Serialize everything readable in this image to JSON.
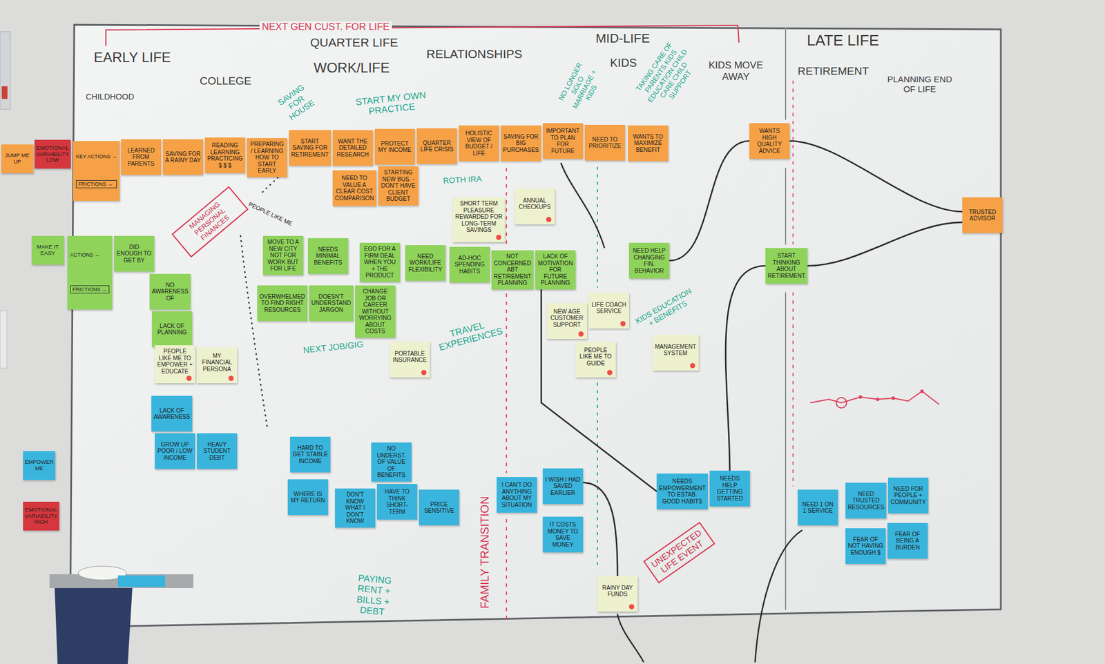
{
  "diagram": {
    "nodes": [
      {
        "text": [
          "JUMP ME UP"
        ]
      },
      {
        "text": [
          "EMOTIONAL VARIABILITY LOW"
        ]
      },
      {
        "text": [
          "KEY ACTIONS →",
          "FRICTIONS →"
        ]
      },
      {
        "text": [
          "LEARNED FROM PARENTS"
        ]
      },
      {
        "text": [
          "SAVING FOR A RAINY DAY"
        ]
      },
      {
        "text": [
          "READING LEARNING PRACTICING $ $ $"
        ]
      },
      {
        "text": [
          "PREPARING / LEARNING HOW TO START EARLY"
        ]
      },
      {
        "text": [
          "START SAVING FOR RETIREMENT"
        ]
      },
      {
        "text": [
          "WANT THE DETAILED RESEARCH"
        ]
      },
      {
        "text": [
          "PROTECT MY INCOME"
        ]
      },
      {
        "text": [
          "QUARTER LIFE CRISIS"
        ]
      },
      {
        "text": [
          "HOLISTIC VIEW OF BUDGET / LIFE"
        ]
      },
      {
        "text": [
          "SAVING FOR BIG PURCHASES"
        ]
      },
      {
        "text": [
          "IMPORTANT TO PLAN FOR FUTURE"
        ]
      },
      {
        "text": [
          "NEED TO PRIORITIZE"
        ]
      },
      {
        "text": [
          "WANTS TO MAXIMIZE BENEFIT"
        ]
      },
      {
        "text": [
          "NEED TO VALUE A CLEAR COST COMPARISON"
        ]
      },
      {
        "text": [
          "STARTING NEW BUS. - DON'T HAVE CLIENT BUDGET"
        ]
      },
      {
        "text": [
          "WANTS HIGH QUALITY ADVICE"
        ]
      },
      {
        "text": [
          "ANNUAL CHECKUPS"
        ]
      },
      {
        "text": [
          "SHORT TERM PLEASURE REWARDED FOR LONG-TERM SAVINGS"
        ]
      },
      {
        "text": [
          "TRUSTED ADVISOR"
        ]
      },
      {
        "text": [
          "MAKE IT EASY"
        ]
      },
      {
        "text": [
          "ACTIONS →",
          "FRICTIONS →"
        ]
      },
      {
        "text": [
          "DID ENOUGH TO GET BY"
        ]
      },
      {
        "text": [
          "NO AWARENESS OF"
        ]
      },
      {
        "text": [
          "LACK OF PLANNING"
        ]
      },
      {
        "text": [
          "MOVE TO A NEW CITY NOT FOR WORK BUT FOR LIFE"
        ]
      },
      {
        "text": [
          "NEEDS MINIMAL BENEFITS"
        ]
      },
      {
        "text": [
          "EGO FOR A FIRM DEAL WHEN YOU + THE PRODUCT"
        ]
      },
      {
        "text": [
          "NEED WORK/LIFE FLEXIBILITY"
        ]
      },
      {
        "text": [
          "AD-HOC SPENDING HABITS"
        ]
      },
      {
        "text": [
          "NOT CONCERNED ABT RETIREMENT PLANNING"
        ]
      },
      {
        "text": [
          "LACK OF MOTIVATION FOR FUTURE PLANNING"
        ]
      },
      {
        "text": [
          "OVERWHELMED TO FIND RIGHT RESOURCES"
        ]
      },
      {
        "text": [
          "DOESN'T UNDERSTAND JARGON"
        ]
      },
      {
        "text": [
          "CHANGE JOB OR CAREER WITHOUT WORRYING ABOUT COSTS"
        ]
      },
      {
        "text": [
          "NEED HELP CHANGING FIN. BEHAVIOR"
        ]
      },
      {
        "text": [
          "START THINKING ABOUT RETIREMENT"
        ]
      },
      {
        "text": [
          "PEOPLE LIKE ME TO EMPOWER + EDUCATE"
        ]
      },
      {
        "text": [
          "MY FINANCIAL PERSONA"
        ]
      },
      {
        "text": [
          "PORTABLE INSURANCE"
        ]
      },
      {
        "text": [
          "NEW AGE CUSTOMER SUPPORT"
        ]
      },
      {
        "text": [
          "LIFE COACH SERVICE"
        ]
      },
      {
        "text": [
          "PEOPLE LIKE ME TO GUIDE"
        ]
      },
      {
        "text": [
          "MANAGEMENT SYSTEM"
        ]
      },
      {
        "text": [
          "EMPOWER ME"
        ]
      },
      {
        "text": [
          "EMOTIONAL VARIABILITY HIGH"
        ]
      },
      {
        "text": [
          "LACK OF AWARENESS"
        ]
      },
      {
        "text": [
          "GROW UP POOR / LOW INCOME"
        ]
      },
      {
        "text": [
          "HEAVY STUDENT DEBT"
        ]
      },
      {
        "text": [
          "HARD TO GET STABLE INCOME"
        ]
      },
      {
        "text": [
          "WHERE IS MY RETURN"
        ]
      },
      {
        "text": [
          "NO UNDERST. OF VALUE OF BENEFITS"
        ]
      },
      {
        "text": [
          "DON'T KNOW WHAT I DON'T KNOW"
        ]
      },
      {
        "text": [
          "HAVE TO THINK SHORT-TERM"
        ]
      },
      {
        "text": [
          "PRICE SENSITIVE"
        ]
      },
      {
        "text": [
          "I CAN'T DO ANYTHING ABOUT MY SITUATION"
        ]
      },
      {
        "text": [
          "I WISH I HAD SAVED EARLIER"
        ]
      },
      {
        "text": [
          "IT COSTS MONEY TO SAVE MONEY"
        ]
      },
      {
        "text": [
          "RAINY DAY FUNDS"
        ]
      },
      {
        "text": [
          "UNEXPECTED LIFE EVENT"
        ]
      },
      {
        "text": [
          "NEEDS EMPOWERMENT TO ESTAB. GOOD HABITS"
        ]
      },
      {
        "text": [
          "NEEDS HELP GETTING STARTED"
        ]
      },
      {
        "text": [
          "NEED 1 ON 1 SERVICE"
        ]
      },
      {
        "text": [
          "NEED TRUSTED RESOURCES"
        ]
      },
      {
        "text": [
          "NEED FOR PEOPLE + COMMUNITY"
        ]
      },
      {
        "text": [
          "FEAR OF NOT HAVING ENOUGH $"
        ]
      },
      {
        "text": [
          "FEAR OF BEING A BURDEN"
        ]
      },
      {
        "text": [
          "MANAGING PERSONAL FINANCES"
        ]
      }
    ],
    "edges": [
      {
        "from": 37,
        "to": 18,
        "arrow": "none"
      },
      {
        "from": 33,
        "to": 62,
        "arrow": "none"
      },
      {
        "from": 63,
        "to": 38,
        "arrow": "none"
      },
      {
        "from": 18,
        "to": 21,
        "arrow": "none"
      },
      {
        "from": 38,
        "to": 21,
        "arrow": "none"
      },
      {
        "from": 58,
        "to": 60,
        "arrow": "none"
      }
    ],
    "labels": [
      "NEXT GEN CUST. FOR LIFE",
      "QUARTER LIFE",
      "MID-LIFE",
      "EARLY LIFE",
      "WORK/LIFE",
      "RELATIONSHIPS",
      "KIDS",
      "KIDS MOVE AWAY",
      "LATE LIFE",
      "RETIREMENT",
      "PLANNING END OF LIFE",
      "CHILDHOOD",
      "COLLEGE",
      "SAVING FOR HOUSE",
      "START MY OWN PRACTICE",
      "NO LONGER SOLO MARRIAGE + KIDS",
      "TAKING CARE OF PARENTS KIDS EDUCATION CHILD CARE CHILD SUPPORT",
      "ROTH IRA",
      "KIDS EDUCATION + BENEFITS",
      "TRAVEL EXPERIENCES",
      "NEXT JOB/GIG",
      "PAYING RENT + BILLS + DEBT",
      "PEOPLE LIKE ME",
      "FAMILY TRANSITION"
    ]
  }
}
